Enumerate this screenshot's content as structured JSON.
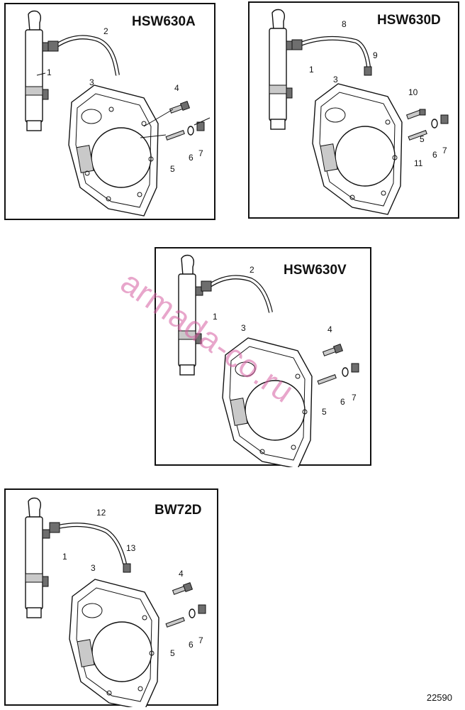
{
  "panels": [
    {
      "title": "HSW630A",
      "callouts": {
        "exhaust": "1",
        "hose": "2",
        "housing": "3",
        "bolt": "4",
        "stud": "5",
        "washer": "6",
        "nut": "7"
      }
    },
    {
      "title": "HSW630D",
      "callouts": {
        "exhaust": "1",
        "hose": "8",
        "fitting": "9",
        "housing": "3",
        "bolt": "10",
        "stud": "11",
        "stud2": "5",
        "washer": "6",
        "nut": "7"
      }
    },
    {
      "title": "HSW630V",
      "callouts": {
        "exhaust": "1",
        "hose": "2",
        "housing": "3",
        "bolt": "4",
        "stud": "5",
        "washer": "6",
        "nut": "7"
      }
    },
    {
      "title": "BW72D",
      "callouts": {
        "exhaust": "1",
        "hose": "12",
        "fitting": "13",
        "housing": "3",
        "bolt": "4",
        "stud": "5",
        "washer": "6",
        "nut": "7"
      }
    }
  ],
  "figure_number": "22590",
  "watermark": "armada-co.ru"
}
